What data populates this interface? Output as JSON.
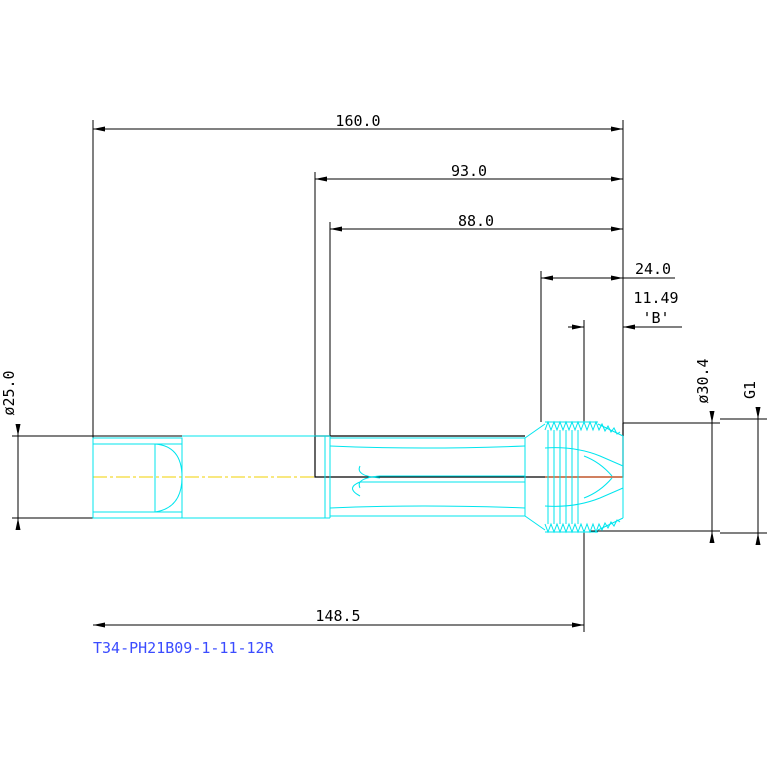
{
  "drawing": {
    "part_number": "T34-PH21B09-1-11-12R",
    "part_number_color": "#3b4cff",
    "outline_color": "#00e5ee",
    "centerline_color": "#f0d000",
    "datum_color": "#e04000",
    "dimensions": {
      "overall_length": "160.0",
      "length_93": "93.0",
      "length_88": "88.0",
      "length_24": "24.0",
      "length_11_49": "11.49",
      "length_11_49_note": "'B'",
      "shank_length": "148.5",
      "shank_diameter": "ø25.0",
      "thread_diameter": "ø30.4",
      "thread_spec": "G1"
    }
  }
}
